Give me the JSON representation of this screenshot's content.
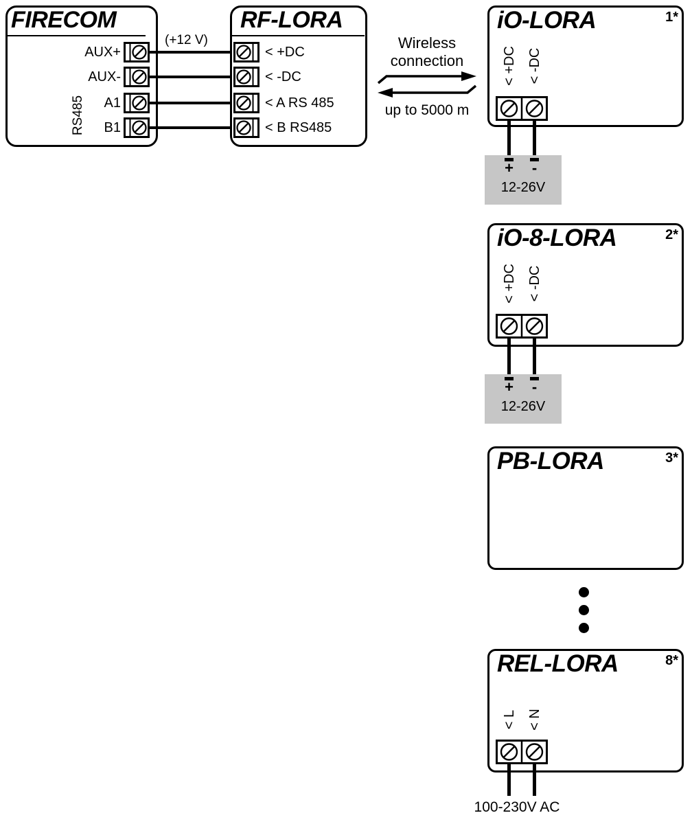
{
  "firecom": {
    "title": "FIRECOM",
    "wire_label": "(+12 V)",
    "group_label": "RS485",
    "terminals": [
      "AUX+",
      "AUX-",
      "A1",
      "B1"
    ]
  },
  "rf_lora": {
    "title": "RF-LORA",
    "terminals": [
      "< +DC",
      "< -DC",
      "< A RS 485",
      "< B RS485"
    ]
  },
  "wireless": {
    "line1": "Wireless",
    "line2": "connection",
    "range": "up to 5000 m"
  },
  "devices": [
    {
      "title": "iO-LORA",
      "index": "1*",
      "terminal_labels": [
        "< +DC",
        "< -DC"
      ],
      "power": {
        "plus": "+",
        "minus": "-",
        "label": "12-26V"
      }
    },
    {
      "title": "iO-8-LORA",
      "index": "2*",
      "terminal_labels": [
        "< +DC",
        "< -DC"
      ],
      "power": {
        "plus": "+",
        "minus": "-",
        "label": "12-26V"
      }
    },
    {
      "title": "PB-LORA",
      "index": "3*"
    },
    {
      "title": "REL-LORA",
      "index": "8*",
      "terminal_labels": [
        "< L",
        "< N"
      ],
      "power_label": "100-230V AC"
    }
  ]
}
